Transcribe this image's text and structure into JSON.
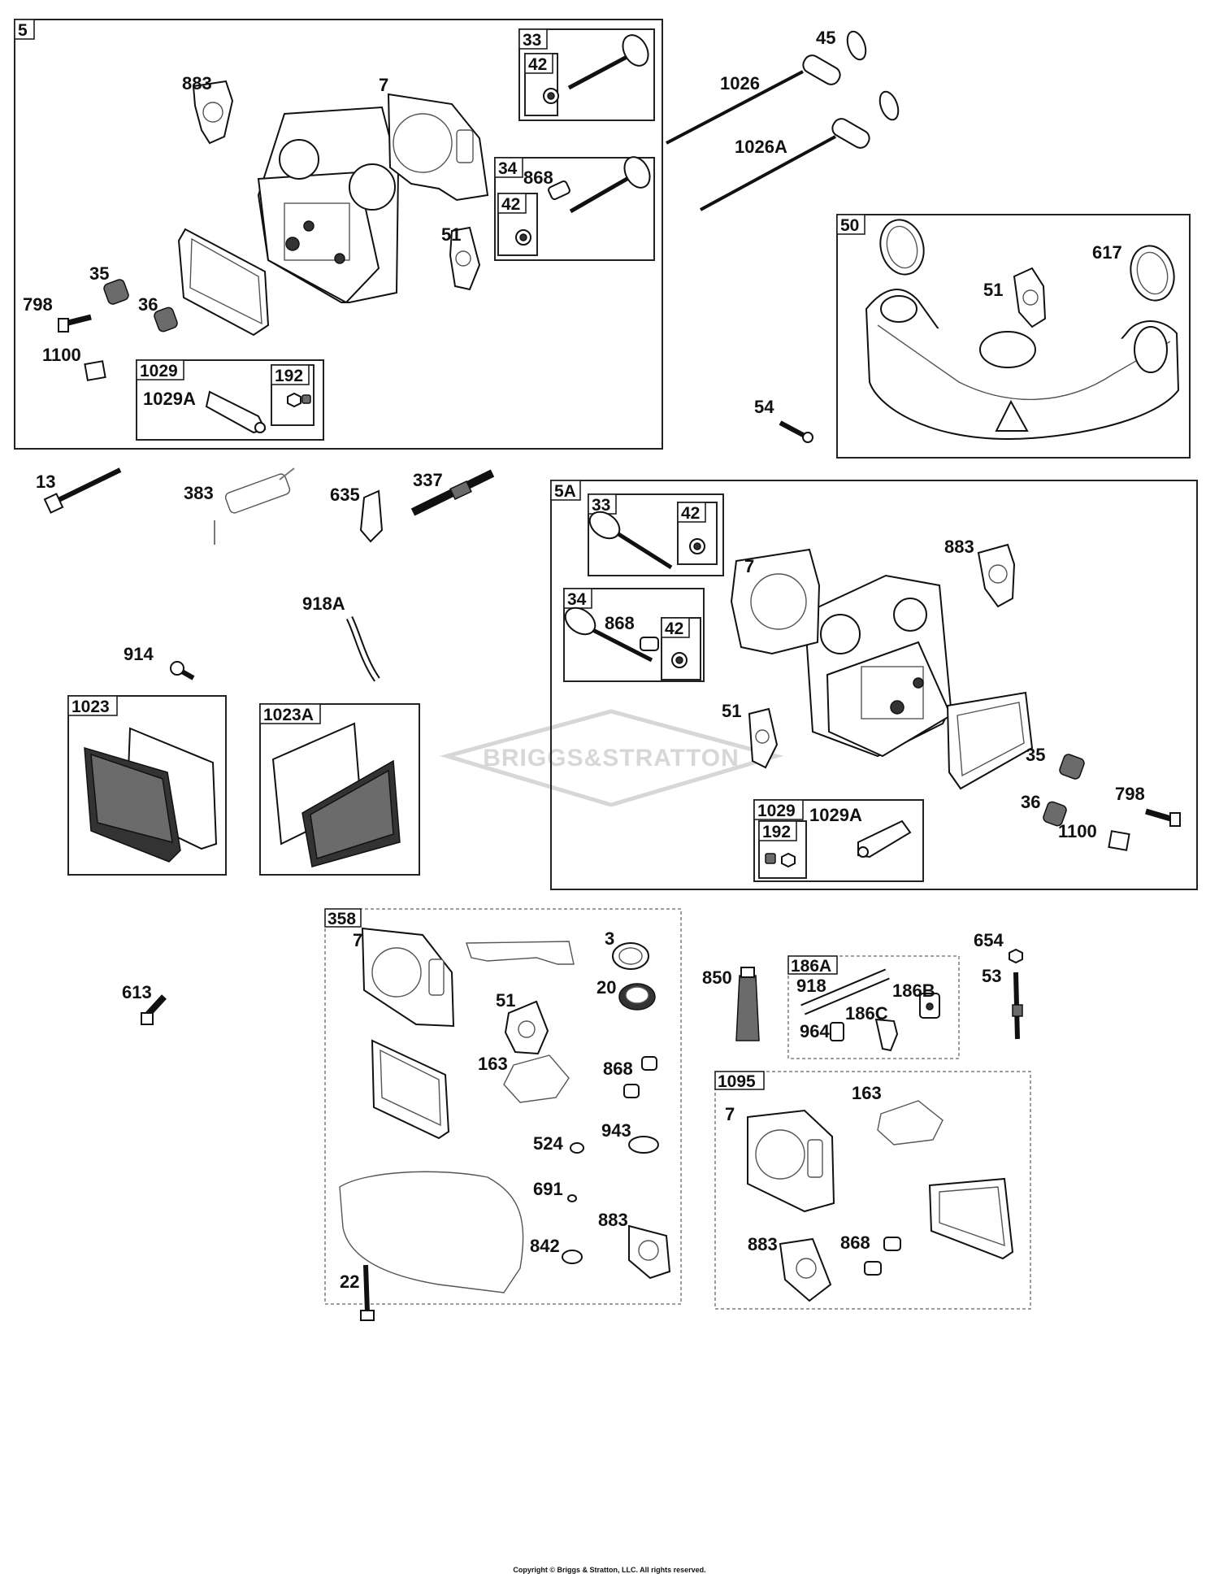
{
  "watermark": "BRIGGS&STRATTON",
  "copyright": "Copyright © Briggs & Stratton, LLC. All rights reserved.",
  "groups": {
    "g5": "5",
    "g5_33": "33",
    "g5_33_42": "42",
    "g5_34": "34",
    "g5_34_42": "42",
    "g5_1029": "1029",
    "g5_192": "192",
    "g50": "50",
    "g5a": "5A",
    "g5a_33": "33",
    "g5a_33_42": "42",
    "g5a_34": "34",
    "g5a_34_42": "42",
    "g5a_1029": "1029",
    "g5a_192": "192",
    "g1023": "1023",
    "g1023a": "1023A",
    "g358": "358",
    "g186a": "186A",
    "g1095": "1095"
  },
  "labels": {
    "p883_a": "883",
    "p7_a": "7",
    "p35_a": "35",
    "p798_a": "798",
    "p36_a": "36",
    "p1100_a": "1100",
    "p1029a_a": "1029A",
    "p51_a": "51",
    "p868_a": "868",
    "p45": "45",
    "p1026": "1026",
    "p1026a": "1026A",
    "p617": "617",
    "p51_b": "51",
    "p54": "54",
    "p13": "13",
    "p383": "383",
    "p635": "635",
    "p337": "337",
    "p918a": "918A",
    "p914": "914",
    "p7_b": "7",
    "p883_b": "883",
    "p868_b": "868",
    "p51_c": "51",
    "p1029a_b": "1029A",
    "p35_b": "35",
    "p36_b": "36",
    "p798_b": "798",
    "p1100_b": "1100",
    "p613": "613",
    "p7_c": "7",
    "p3": "3",
    "p20": "20",
    "p51_d": "51",
    "p163_a": "163",
    "p868_c": "868",
    "p943": "943",
    "p524": "524",
    "p691": "691",
    "p883_c": "883",
    "p842": "842",
    "p22": "22",
    "p850": "850",
    "p918": "918",
    "p186b": "186B",
    "p186c": "186C",
    "p964": "964",
    "p654": "654",
    "p53": "53",
    "p163_b": "163",
    "p7_d": "7",
    "p883_d": "883",
    "p868_d": "868"
  }
}
